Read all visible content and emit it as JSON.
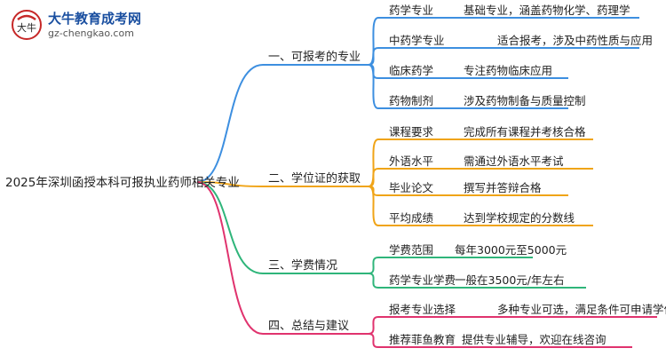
{
  "logo": {
    "title": "大牛教育成考网",
    "url": "gz-chengkao.com",
    "mark_text": "大牛"
  },
  "root": {
    "label": "2025年深圳函授本科可报执业药师相关专业"
  },
  "branches": [
    {
      "label": "一、可报考的专业",
      "color": "#3d8fe0",
      "items": [
        {
          "key": "药学专业",
          "value": "基础专业，涵盖药物化学、药理学"
        },
        {
          "key": "中药学专业",
          "value": "适合报考，涉及中药性质与应用"
        },
        {
          "key": "临床药学",
          "value": "专注药物临床应用"
        },
        {
          "key": "药物制剂",
          "value": "涉及药物制备与质量控制"
        }
      ]
    },
    {
      "label": "二、学位证的获取",
      "color": "#f0a417",
      "items": [
        {
          "key": "课程要求",
          "value": "完成所有课程并考核合格"
        },
        {
          "key": "外语水平",
          "value": "需通过外语水平考试"
        },
        {
          "key": "毕业论文",
          "value": "撰写并答辩合格"
        },
        {
          "key": "平均成绩",
          "value": "达到学校规定的分数线"
        }
      ]
    },
    {
      "label": "三、学费情况",
      "color": "#2fb57a",
      "items": [
        {
          "key": "学费范围",
          "value": "每年3000元至5000元"
        },
        {
          "key": "药学专业学费",
          "value": "一般在3500元/年左右"
        }
      ]
    },
    {
      "label": "四、总结与建议",
      "color": "#e0336e",
      "items": [
        {
          "key": "报考专业选择",
          "value": "多种专业可选，满足条件可申请学位证"
        },
        {
          "key": "推荐菲鱼教育",
          "value": "提供专业辅导，欢迎在线咨询"
        }
      ]
    }
  ]
}
